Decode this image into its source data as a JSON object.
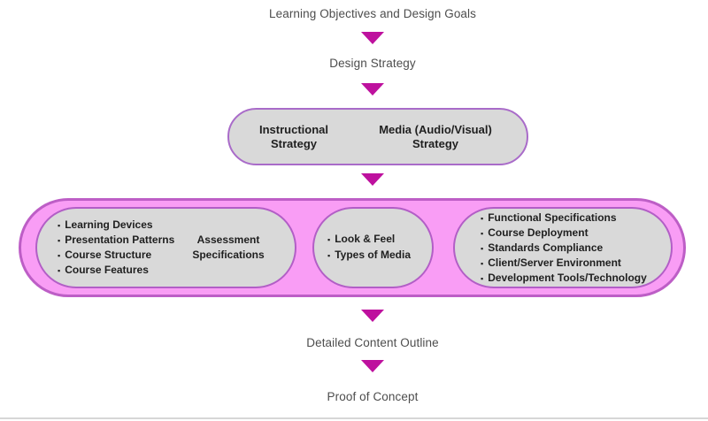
{
  "colors": {
    "arrow": "#be119e",
    "container_fill": "#f99df5",
    "container_border": "#bd5ec6",
    "inner_box_fill": "#d9d9d9",
    "inner_box_border": "#b25ec6",
    "strategy_pill_border": "#a96bc9",
    "label_text": "#4d4d4d",
    "box_text": "#1f1f1f"
  },
  "bullet_char": "▪",
  "flow": {
    "step1": "Learning Objectives and Design Goals",
    "step2": "Design Strategy",
    "strategy_box": {
      "instructional": "Instructional Strategy",
      "media": "Media (Audio/Visual) Strategy"
    },
    "design_boxes": {
      "learning": {
        "items": [
          "Learning Devices",
          "Presentation Patterns",
          "Course Structure",
          "Course Features"
        ],
        "side_label": "Assessment Specifications"
      },
      "media": {
        "items": [
          "Look & Feel",
          "Types of Media"
        ]
      },
      "technical": {
        "items": [
          "Functional Specifications",
          "Course Deployment",
          "Standards Compliance",
          "Client/Server Environment",
          "Development Tools/Technology"
        ]
      }
    },
    "step4": "Detailed Content Outline",
    "step5": "Proof of Concept"
  }
}
